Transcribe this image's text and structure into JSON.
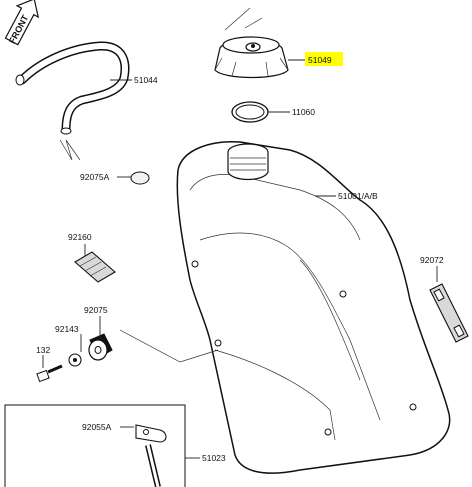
{
  "front_arrow": {
    "text": "FRONT"
  },
  "callouts": [
    {
      "id": "c-51049",
      "label": "51049",
      "highlight": true
    },
    {
      "id": "c-51044",
      "label": "51044"
    },
    {
      "id": "c-11060",
      "label": "11060"
    },
    {
      "id": "c-92075A",
      "label": "92075A"
    },
    {
      "id": "c-51001",
      "label": "51001/A/B"
    },
    {
      "id": "c-92160",
      "label": "92160"
    },
    {
      "id": "c-92072",
      "label": "92072"
    },
    {
      "id": "c-92075",
      "label": "92075"
    },
    {
      "id": "c-92143",
      "label": "92143"
    },
    {
      "id": "c-132",
      "label": "132"
    },
    {
      "id": "c-92055A",
      "label": "92055A"
    },
    {
      "id": "c-51023",
      "label": "51023"
    }
  ],
  "colors": {
    "highlight": "#ffff00",
    "ink": "#111111",
    "part_fill": "#ffffff",
    "part_shade": "#d9d9d9"
  }
}
